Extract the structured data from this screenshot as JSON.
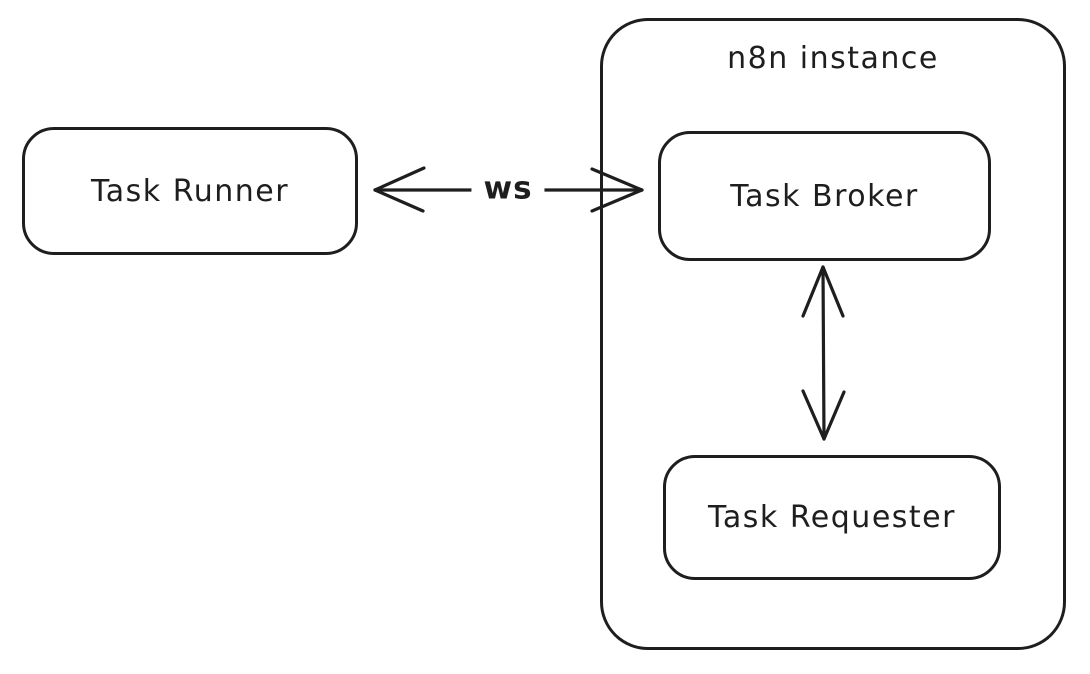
{
  "canvas": {
    "background": "#ffffff",
    "stroke_color": "#1e1e1e"
  },
  "container": {
    "label": "n8n instance"
  },
  "nodes": [
    {
      "id": "task-runner",
      "label": "Task Runner"
    },
    {
      "id": "task-broker",
      "label": "Task Broker"
    },
    {
      "id": "task-requester",
      "label": "Task Requester"
    }
  ],
  "edges": [
    {
      "id": "runner-broker",
      "label": "ws",
      "type": "bidirectional-horizontal"
    },
    {
      "id": "broker-requester",
      "label": "",
      "type": "bidirectional-vertical"
    }
  ]
}
